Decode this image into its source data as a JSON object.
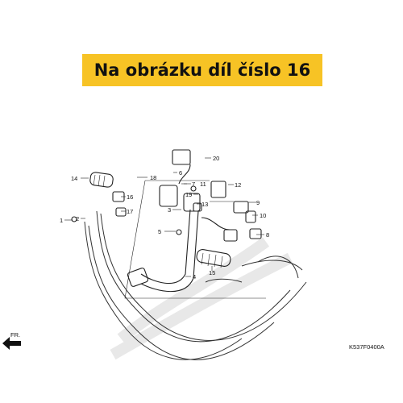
{
  "banner": {
    "text": "Na obrázku díl číslo 16",
    "color": "#f7c325"
  },
  "callouts": [
    "1",
    "2",
    "3",
    "4",
    "5",
    "6",
    "7",
    "8",
    "9",
    "10",
    "11",
    "12",
    "13",
    "14",
    "15",
    "16",
    "17",
    "18",
    "19",
    "20"
  ],
  "direction_label": "FR.",
  "drawing_code": "K537F0400A"
}
